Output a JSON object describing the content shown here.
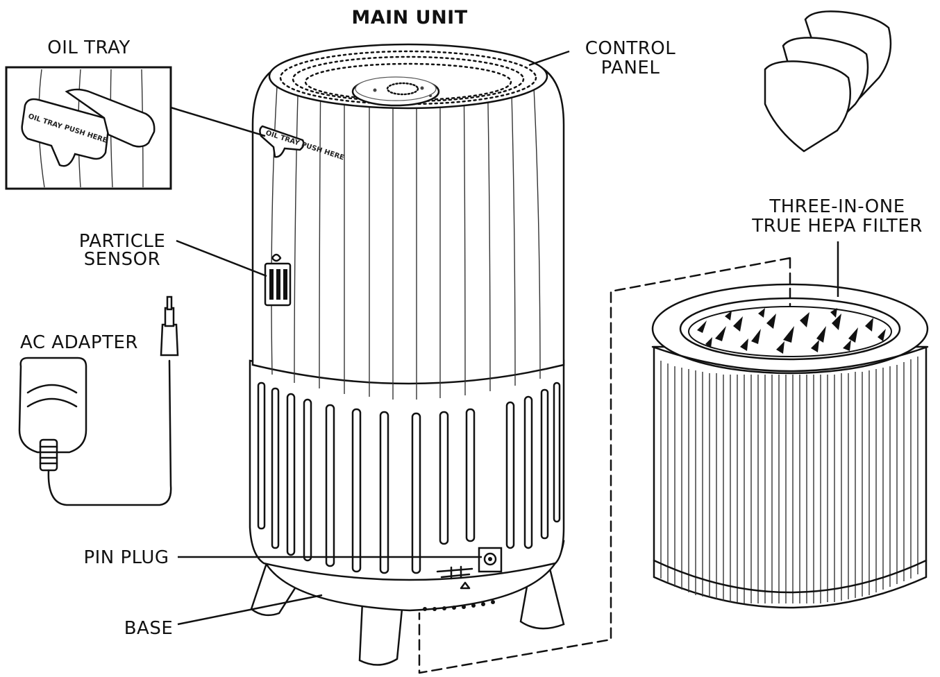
{
  "labels": {
    "main_unit": "MAIN UNIT",
    "oil_tray": "OIL TRAY",
    "control_panel_line1": "CONTROL",
    "control_panel_line2": "PANEL",
    "particle_sensor_line1": "PARTICLE",
    "particle_sensor_line2": "SENSOR",
    "ac_adapter": "AC ADAPTER",
    "pin_plug": "PIN PLUG",
    "base": "BASE",
    "filter_line1": "THREE-IN-ONE",
    "filter_line2": "TRUE HEPA FILTER"
  },
  "oil_tray_inset": {
    "tray_text_left": "OIL TRAY",
    "tray_text_right": "PUSH HERE"
  },
  "colors": {
    "line": "#111111",
    "background": "#ffffff"
  }
}
